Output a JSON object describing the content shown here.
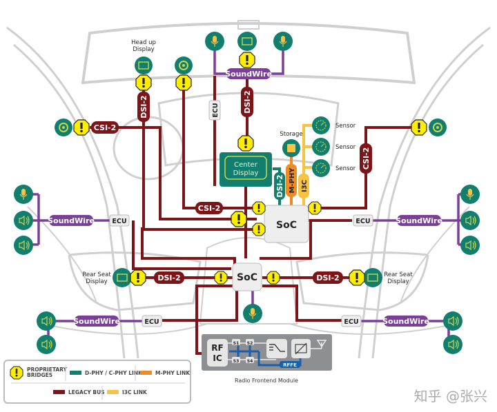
{
  "colors": {
    "legacy_bus": "#7d1418",
    "soundwire": "#7b3f98",
    "dphy": "#127e6e",
    "mphy": "#f08a24",
    "i3c": "#f6c344",
    "node": "#127e6e",
    "node_glyph": "#c9d74a",
    "warn": "#ffee00",
    "soc_fill": "#eeeeee",
    "rffe": "#1b5fa8",
    "module_bg": "#8d8f93",
    "outline": "#cfcfcf"
  },
  "labels": {
    "head_up_display": [
      "Head up",
      "Display"
    ],
    "storage": "Storage",
    "sensor": "Sensor",
    "center_display": [
      "Center",
      "Display"
    ],
    "rear_seat_display": [
      "Rear Seat",
      "Display"
    ],
    "soc": "SoC",
    "ecu": "ECU",
    "soundwire": "SoundWire",
    "dsi2": "DSI-2",
    "csi2": "CSI-2",
    "mphy": "M-PHY",
    "i3c": "I3C",
    "rf_ic": [
      "RF",
      "IC"
    ],
    "switches": [
      "S1",
      "S2",
      "S3",
      "S4"
    ],
    "rffe": "RFFE",
    "radio_module": "Radio Frontend Module"
  },
  "legend": {
    "proprietary_bridges": [
      "PROPRIETARY",
      "BRIDGES"
    ],
    "dphy_cphy": "D-PHY / C-PHY LINK",
    "mphy": "M-PHY LINK",
    "legacy_bus": "LEGACY BUS",
    "i3c": "I3C LINK"
  },
  "watermark": "知乎 @张兴"
}
